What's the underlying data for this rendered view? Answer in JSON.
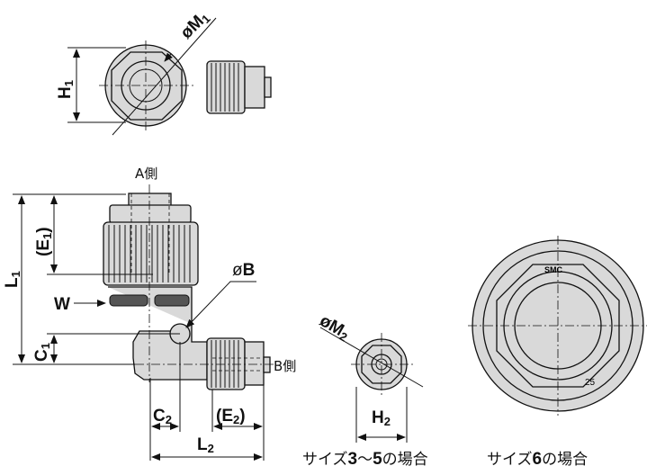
{
  "labels": {
    "M1": {
      "prefix": "ø",
      "main": "M",
      "sub": "1"
    },
    "H1": {
      "main": "H",
      "sub": "1"
    },
    "A_side": "A側",
    "L1": {
      "main": "L",
      "sub": "1"
    },
    "E1": {
      "open": "(",
      "main": "E",
      "sub": "1",
      "close": ")"
    },
    "W": "W",
    "B": {
      "prefix": "ø",
      "main": "B"
    },
    "C1": {
      "main": "C",
      "sub": "1"
    },
    "B_side": "B側",
    "C2": {
      "main": "C",
      "sub": "2"
    },
    "E2": {
      "open": "(",
      "main": "E",
      "sub": "2",
      "close": ")"
    },
    "L2": {
      "main": "L",
      "sub": "2"
    },
    "M2": {
      "prefix": "ø",
      "main": "M",
      "sub": "2"
    },
    "H2": {
      "main": "H",
      "sub": "2"
    },
    "smc_mark": "SMC",
    "scale_mark": "25"
  },
  "captions": {
    "size_3_5": {
      "a": "サイズ",
      "n1": "3",
      "tilde": "〜",
      "n2": "5",
      "b": "の場合"
    },
    "size_6": {
      "a": "サイズ",
      "n1": "6",
      "b": "の場合"
    }
  }
}
